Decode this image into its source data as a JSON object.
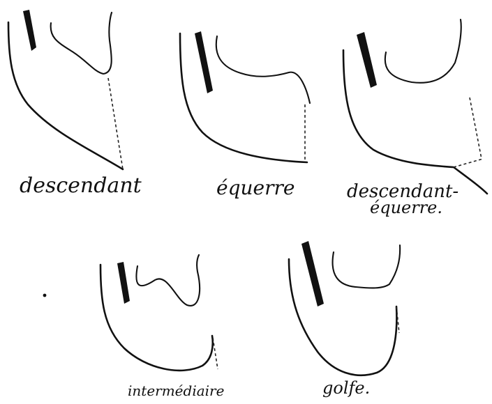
{
  "figures": [
    {
      "id": "descendant",
      "label": "descendant"
    },
    {
      "id": "equerre",
      "label": "équerre"
    },
    {
      "id": "descendant-equerre",
      "label_line1": "descendant-",
      "label_line2": "équerre."
    },
    {
      "id": "intermediaire",
      "label": "intermédiaire"
    },
    {
      "id": "golfe",
      "label": "golfe."
    }
  ],
  "colors": {
    "ink": "#111111",
    "paper": "#ffffff"
  }
}
